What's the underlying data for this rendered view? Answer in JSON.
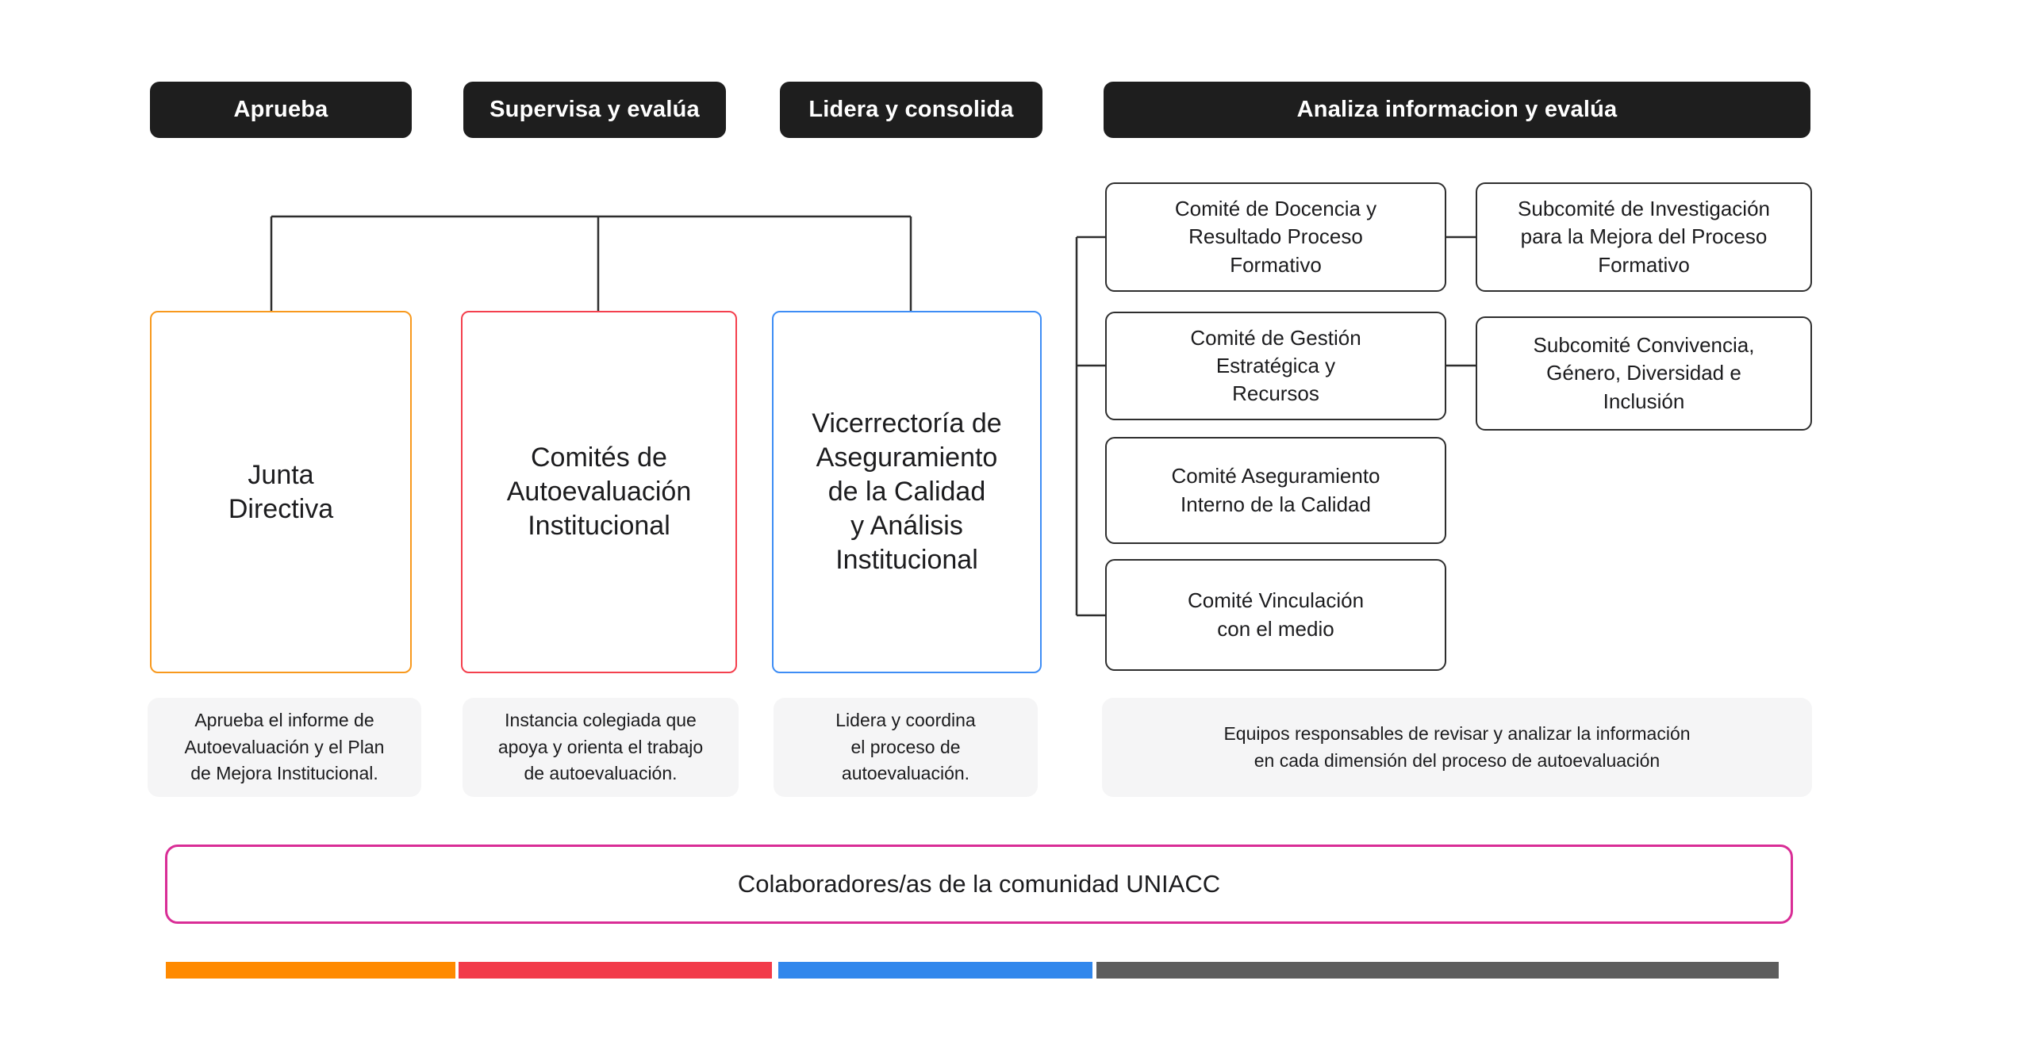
{
  "actions": [
    {
      "label": "Aprueba"
    },
    {
      "label": "Supervisa y evalúa"
    },
    {
      "label": "Lidera y consolida"
    },
    {
      "label": "Analiza informacion y evalúa"
    }
  ],
  "units": [
    {
      "title": "Junta\nDirectiva",
      "description": "Aprueba el informe de\nAutoevaluación y el Plan\nde Mejora Institucional."
    },
    {
      "title": "Comités de\nAutoevaluación\nInstitucional",
      "description": "Instancia colegiada que\napoya y orienta el trabajo\nde autoevaluación."
    },
    {
      "title": "Vicerrectoría de\nAseguramiento\nde la Calidad\ny Análisis\nInstitucional",
      "description": "Lidera y coordina\nel proceso de\nautoevaluación."
    }
  ],
  "committees": [
    {
      "title": "Comité de Docencia y\nResultado Proceso\nFormativo"
    },
    {
      "title": "Subcomité de Investigación\npara la Mejora del Proceso\nFormativo"
    },
    {
      "title": "Comité de Gestión\nEstratégica y\nRecursos"
    },
    {
      "title": "Subcomité Convivencia,\nGénero, Diversidad e\nInclusión"
    },
    {
      "title": "Comité Aseguramiento\nInterno de la Calidad"
    },
    {
      "title": "Comité Vinculación\ncon el medio"
    }
  ],
  "committees_description": "Equipos responsables de revisar y analizar la información\nen cada dimensión del proceso de autoevaluación",
  "footer": {
    "label": "Colaboradores/as de la comunidad UNIACC"
  },
  "colors": {
    "junta_accent": "#F8991D",
    "comites_accent": "#F4404E",
    "vicerrectoria_accent": "#3E8DF5",
    "footer_accent": "#D92D96",
    "pill_bg": "#1E1E1E",
    "line": "#2E2E2E",
    "bar_orange": "#FF8A00",
    "bar_red": "#F23B4A",
    "bar_blue": "#3187EC",
    "bar_gray": "#5D5D5D"
  }
}
